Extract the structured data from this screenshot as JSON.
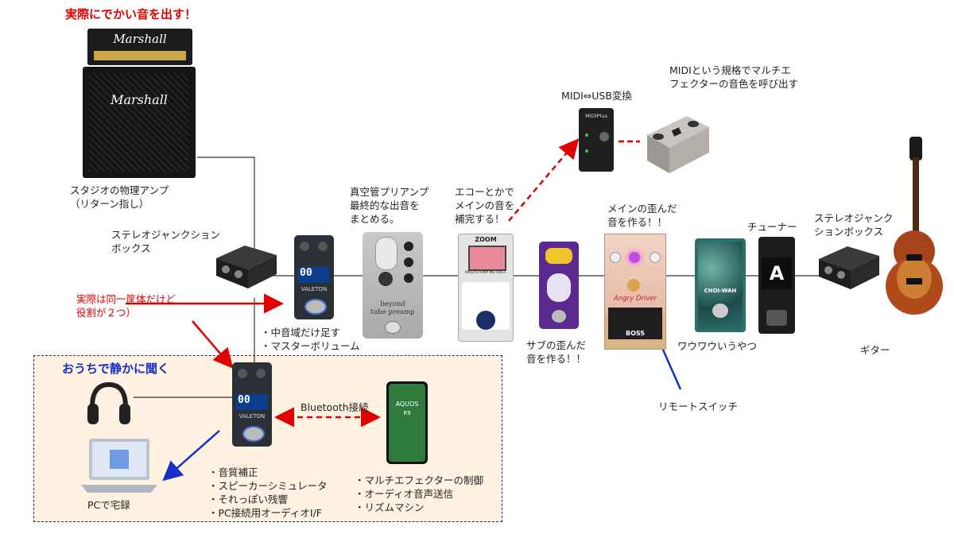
{
  "title": "実際にでかい音を出す！",
  "amp": {
    "brand_top": "Marshall",
    "brand_cab": "Marshall",
    "caption": "スタジオの物理アンプ\n（リターン指し）"
  },
  "junction_left": {
    "caption": "ステレオジャンクション\nボックス"
  },
  "note_same_body": "実際は同一筐体だけど\n役割が２つ）",
  "pedal_valeton_1": {
    "display": "00",
    "brand": "VALETON",
    "notes": [
      "中音域だけ足す",
      "マスターボリューム"
    ]
  },
  "tube_preamp": {
    "caption": "真空管プリアンプ\n最終的な出音を\nまとめる。",
    "face_text": "beyond\ntube preamp"
  },
  "zoom": {
    "brand": "ZOOM",
    "model": "MULTISTOMP MS-50G+",
    "caption": "エコーとかで\nメインの音を\n補完する！"
  },
  "midi_usb": {
    "caption": "MIDI⇔USB変換",
    "face_text": "MIDIPlus"
  },
  "midi_switch": {
    "caption": "MIDIという規格でマルチエ\nフェクターの音色を呼び出す"
  },
  "sub_drive": {
    "caption": "サブの歪んだ\n音を作る！！"
  },
  "main_drive": {
    "caption": "メインの歪んだ\n音を作る！！",
    "face_text": "Angry Driver",
    "brand": "BOSS"
  },
  "wah": {
    "caption": "ワウワウいうやつ",
    "face_text": "CHOI-WAH"
  },
  "tuner": {
    "caption": "チューナー",
    "display": "A"
  },
  "junction_right": {
    "caption": "ステレオジャンク\nションボックス"
  },
  "guitar": {
    "caption": "ギター"
  },
  "remote": {
    "caption": "リモートスイッチ"
  },
  "home": {
    "title": "おうちで静かに聞く",
    "bluetooth": "Bluetooth接続",
    "pc_caption": "PCで宅録",
    "phone": {
      "brand": "AQUOS",
      "model": "R9"
    },
    "pedal_notes": [
      "音質補正",
      "スピーカーシミュレータ",
      "それっぽい残響",
      "PC接続用オーディオI/F"
    ],
    "phone_notes": [
      "マルチエフェクターの制御",
      "オーディオ音声送信",
      "リズムマシン"
    ]
  },
  "colors": {
    "red": "#e00000",
    "blue": "#1530c8",
    "navy": "#1b2f66",
    "home_bg": "#fff2e2"
  }
}
